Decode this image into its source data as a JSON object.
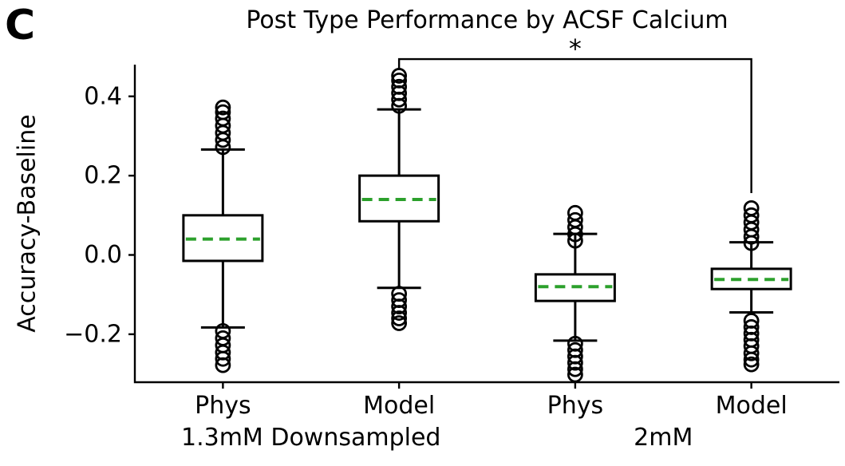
{
  "panel_label": "C",
  "colors": {
    "line": "#000000",
    "median": "#2ca02c",
    "background": "#ffffff"
  },
  "chart_data": {
    "type": "boxplot",
    "title": "Post Type Performance by ACSF Calcium",
    "ylabel": "Accuracy-Baseline",
    "xlabel": "",
    "ylim": [
      -0.321,
      0.48
    ],
    "yticks": [
      0.4,
      0.2,
      0.0,
      -0.2
    ],
    "ytick_labels": [
      "0.4",
      "0.2",
      "0.0",
      "−0.2"
    ],
    "grid": false,
    "legend": "none",
    "median_style": "dashed-green",
    "categories": [
      "Phys",
      "Model",
      "Phys",
      "Model"
    ],
    "groups": [
      {
        "label": "1.3mM Downsampled",
        "span": [
          0,
          1
        ]
      },
      {
        "label": "2mM",
        "span": [
          2,
          3
        ]
      }
    ],
    "boxes": [
      {
        "category": "Phys",
        "group": "1.3mM Downsampled",
        "whisker_low": -0.183,
        "q1": -0.015,
        "median": 0.04,
        "q3": 0.1,
        "whisker_high": 0.266,
        "outliers_high": [
          0.272,
          0.29,
          0.308,
          0.326,
          0.344,
          0.36,
          0.372
        ],
        "outliers_low": [
          -0.192,
          -0.21,
          -0.228,
          -0.246,
          -0.262,
          -0.278
        ]
      },
      {
        "category": "Model",
        "group": "1.3mM Downsampled",
        "whisker_low": -0.083,
        "q1": 0.085,
        "median": 0.14,
        "q3": 0.2,
        "whisker_high": 0.367,
        "outliers_high": [
          0.376,
          0.392,
          0.408,
          0.424,
          0.44,
          0.452
        ],
        "outliers_low": [
          -0.098,
          -0.114,
          -0.13,
          -0.146,
          -0.16,
          -0.172
        ]
      },
      {
        "category": "Phys",
        "group": "2mM",
        "whisker_low": -0.216,
        "q1": -0.116,
        "median": -0.08,
        "q3": -0.049,
        "whisker_high": 0.053,
        "outliers_high": [
          0.036,
          0.052,
          0.07,
          0.088,
          0.106
        ],
        "outliers_low": [
          -0.224,
          -0.24,
          -0.256,
          -0.272,
          -0.288,
          -0.302
        ]
      },
      {
        "category": "Model",
        "group": "2mM",
        "whisker_low": -0.145,
        "q1": -0.086,
        "median": -0.062,
        "q3": -0.035,
        "whisker_high": 0.032,
        "outliers_high": [
          0.03,
          0.046,
          0.064,
          0.082,
          0.1,
          0.118
        ],
        "outliers_low": [
          -0.166,
          -0.182,
          -0.198,
          -0.214,
          -0.23,
          -0.248,
          -0.264,
          -0.276
        ]
      }
    ],
    "significance": {
      "label": "*",
      "from_box": 1,
      "to_box": 3,
      "bar_value": 0.494,
      "left_end_value": 0.47,
      "right_end_value": 0.156
    }
  }
}
